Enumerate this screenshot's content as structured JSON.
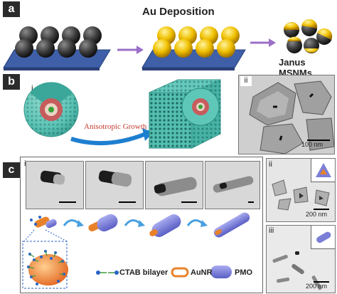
{
  "panel_a": {
    "letter": "a",
    "step_label": "Au Deposition",
    "product_label": "Janus MSNMs"
  },
  "panel_b": {
    "letter": "b",
    "sub_i": "i",
    "sub_ii": "ii",
    "growth_label": "Anisotropic Growth",
    "scale_label": "100 nm"
  },
  "panel_c": {
    "letter": "c",
    "sub_i": "i",
    "sub_ii": "ii",
    "sub_iii": "iii",
    "scale_ii": "200 nm",
    "scale_iii": "200 nm",
    "legend": {
      "ctab": "CTAB bilayer",
      "aunr": "AuNR",
      "pmo": "PMO"
    }
  },
  "colors": {
    "substrate": "#3f5fa8",
    "sphere_dark": "#333333",
    "gold": "#f2c200",
    "arrow": "#9b6fc8",
    "pmo": "#7b7fd6",
    "aunr": "#e8822a",
    "growth_text": "#c0392b"
  }
}
